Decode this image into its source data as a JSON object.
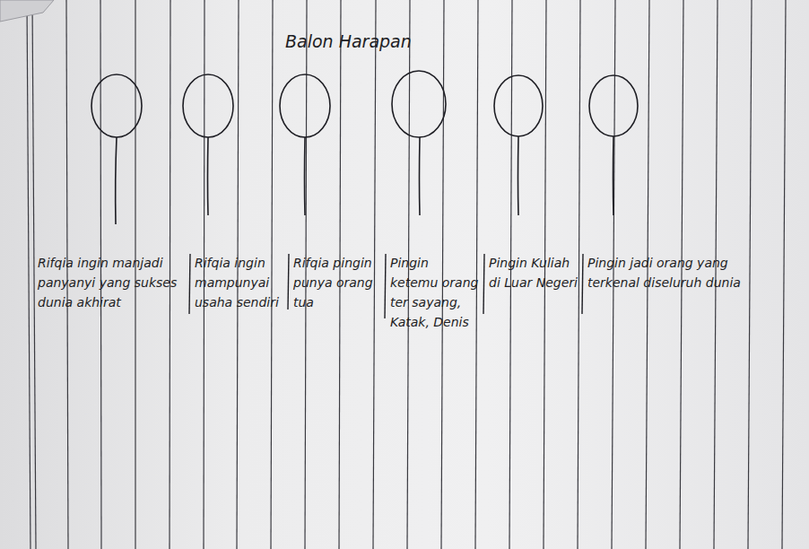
{
  "diagram": {
    "title": "Balon Harapan",
    "labels": [
      "Rifqia ingin manjadi panyanyi yang sukses dunia akhirat",
      "Rifqia ingin mampunyai usaha sendiri",
      "Rifqia pingin punya orang tua",
      "Pingin ketemu orang ter sayang, Katak, Denis",
      "Pingin Kuliah di Luar Negeri",
      "Pingin jadi orang yang terkenal diseluruh dunia"
    ]
  }
}
